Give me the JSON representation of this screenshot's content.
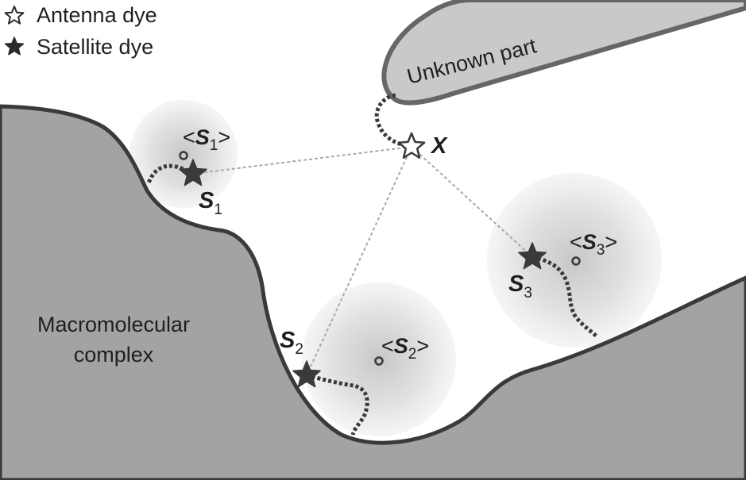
{
  "legend": {
    "antenna_label": "Antenna dye",
    "satellite_label": "Satellite dye"
  },
  "labels": {
    "unknown_part": "Unknown part",
    "complex_line1": "Macromolecular",
    "complex_line2": "complex",
    "x": "X"
  },
  "satellites": [
    {
      "letter": "S",
      "index": "1",
      "open": "<",
      "close": ">"
    },
    {
      "letter": "S",
      "index": "2",
      "open": "<",
      "close": ">"
    },
    {
      "letter": "S",
      "index": "3",
      "open": "<",
      "close": ">"
    }
  ],
  "colors": {
    "complex_fill": "#a3a3a3",
    "outline": "#3a3a3a",
    "unknown_fill": "#c9c9c9",
    "dashed_line": "#a8a8a8",
    "star": "#3a3a3a"
  },
  "icons": {
    "antenna": "open-star-icon",
    "satellite": "filled-star-icon"
  }
}
